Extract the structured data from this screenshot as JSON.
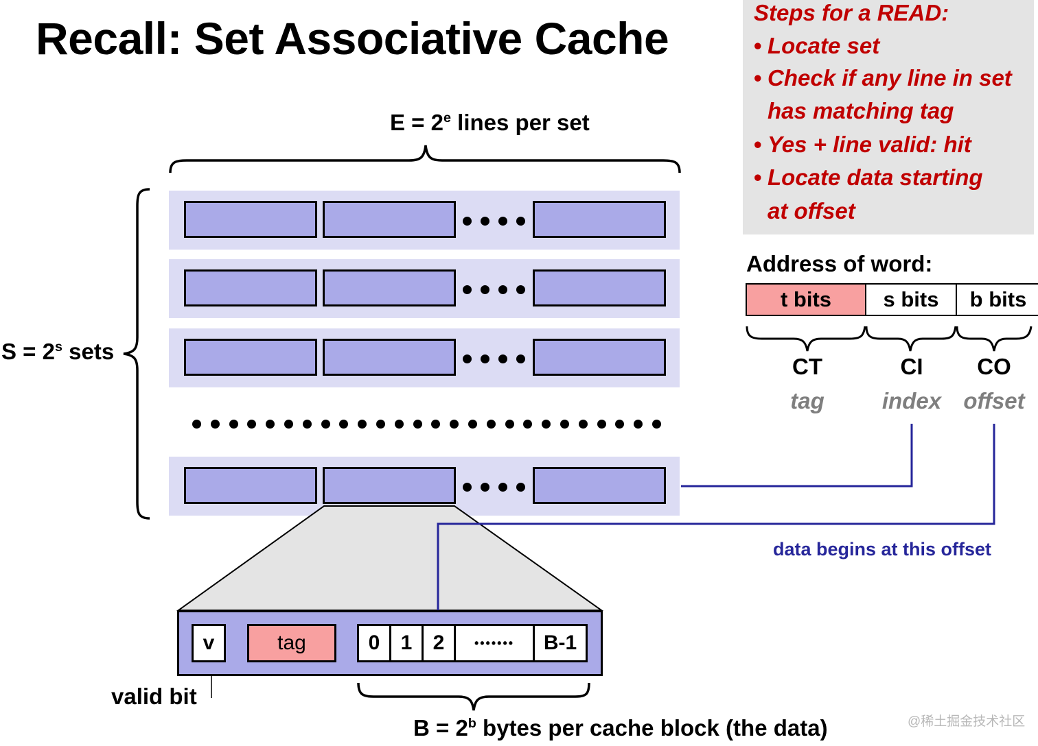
{
  "title": "Recall: Set Associative Cache",
  "steps": {
    "heading": "Steps for a READ:",
    "bullet_char": "•",
    "items": [
      "Locate set",
      "Check if any line in set",
      "has matching tag",
      "Yes + line valid: hit",
      "Locate data starting",
      "at offset"
    ]
  },
  "labels": {
    "e_prefix": "E = 2",
    "e_sup": "e",
    "e_suffix": " lines per set",
    "s_prefix": "S = 2",
    "s_sup": "s",
    "s_suffix": " sets",
    "b_prefix": "B = 2",
    "b_sup": "b",
    "b_suffix": " bytes per cache block (the data)",
    "valid_bit": "valid bit",
    "data_begins": "data begins at this offset"
  },
  "address": {
    "title": "Address of word:",
    "fields": [
      {
        "label": "t bits",
        "name": "CT",
        "desc": "tag",
        "color": "#f8a0a0"
      },
      {
        "label": "s bits",
        "name": "CI",
        "desc": "index",
        "color": "#ffffff"
      },
      {
        "label": "b bits",
        "name": "CO",
        "desc": "offset",
        "color": "#ffffff"
      }
    ]
  },
  "line_detail": {
    "valid": "v",
    "tag": "tag",
    "bytes": [
      "0",
      "1",
      "2"
    ],
    "ellipsis": "•••••••",
    "last_byte": "B-1"
  },
  "watermark": "@稀土掘金技术社区",
  "colors": {
    "accent_red": "#c00000",
    "line_fill": "#aaaae8",
    "set_fill": "#dcdcf4",
    "tag_fill": "#f8a0a0",
    "connector": "#26269a"
  }
}
